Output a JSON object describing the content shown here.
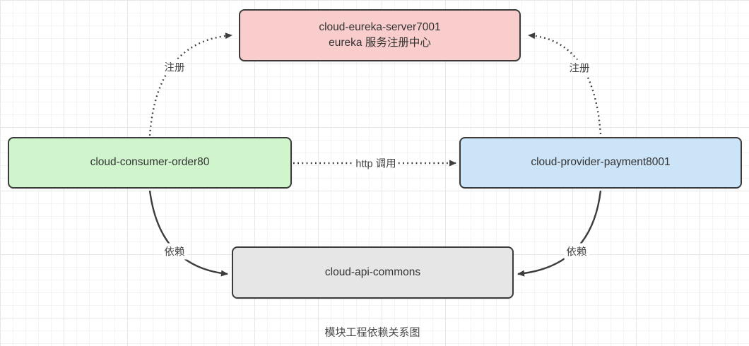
{
  "diagram": {
    "caption": "模块工程依赖关系图",
    "colors": {
      "eureka_fill": "#f8cdcc",
      "consumer_fill": "#d0f5cc",
      "provider_fill": "#cce4f7",
      "commons_fill": "#e6e6e6",
      "stroke": "#3b3b3b",
      "grid_minor": "#f4f4f4",
      "grid_major": "#e7e7e7"
    },
    "nodes": {
      "eureka": {
        "line1": "cloud-eureka-server7001",
        "line2": "eureka 服务注册中心"
      },
      "consumer": {
        "label": "cloud-consumer-order80"
      },
      "provider": {
        "label": "cloud-provider-payment8001"
      },
      "commons": {
        "label": "cloud-api-commons"
      }
    },
    "edges": {
      "register_left": {
        "label": "注册",
        "style": "dotted",
        "from": "consumer",
        "to": "eureka"
      },
      "register_right": {
        "label": "注册",
        "style": "dotted",
        "from": "provider",
        "to": "eureka"
      },
      "http_call": {
        "label": "http 调用",
        "style": "dotted",
        "from": "consumer",
        "to": "provider"
      },
      "depend_left": {
        "label": "依赖",
        "style": "solid",
        "from": "consumer",
        "to": "commons"
      },
      "depend_right": {
        "label": "依赖",
        "style": "solid",
        "from": "provider",
        "to": "commons"
      }
    }
  }
}
